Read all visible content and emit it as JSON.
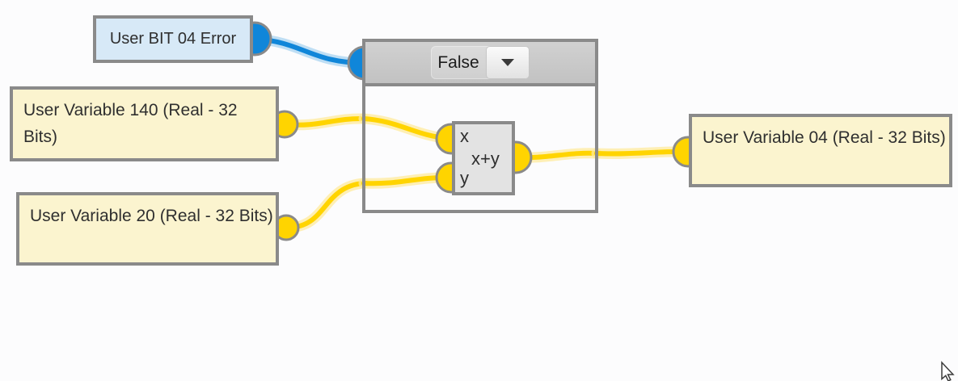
{
  "colors": {
    "bg": "#fcfcfd",
    "border": "#8a8a8a",
    "yellow": "#ffd400",
    "yellow_halo": "#ffeb9c",
    "blue": "#1086d9",
    "blue_halo": "#a9d4f0",
    "blue_node_bg": "#d7e9f7",
    "cream_node_bg": "#fbf4cf",
    "gray_node_bg": "#e3e3e3",
    "header_bg_top": "#d1d1d1",
    "header_bg_bottom": "#c2c2c2",
    "text": "#2f2f2f"
  },
  "nodes": {
    "bit_error": {
      "label": "User BIT 04 Error"
    },
    "var140": {
      "label": "User Variable 140 (Real - 32 Bits)"
    },
    "var20": {
      "label": "User Variable 20 (Real - 32 Bits)"
    },
    "var04": {
      "label": "User Variable 04 (Real - 32 Bits)"
    },
    "condition": {
      "selected_value": "False"
    },
    "add": {
      "input_x": "x",
      "input_y": "y",
      "expression": "x+y"
    }
  }
}
